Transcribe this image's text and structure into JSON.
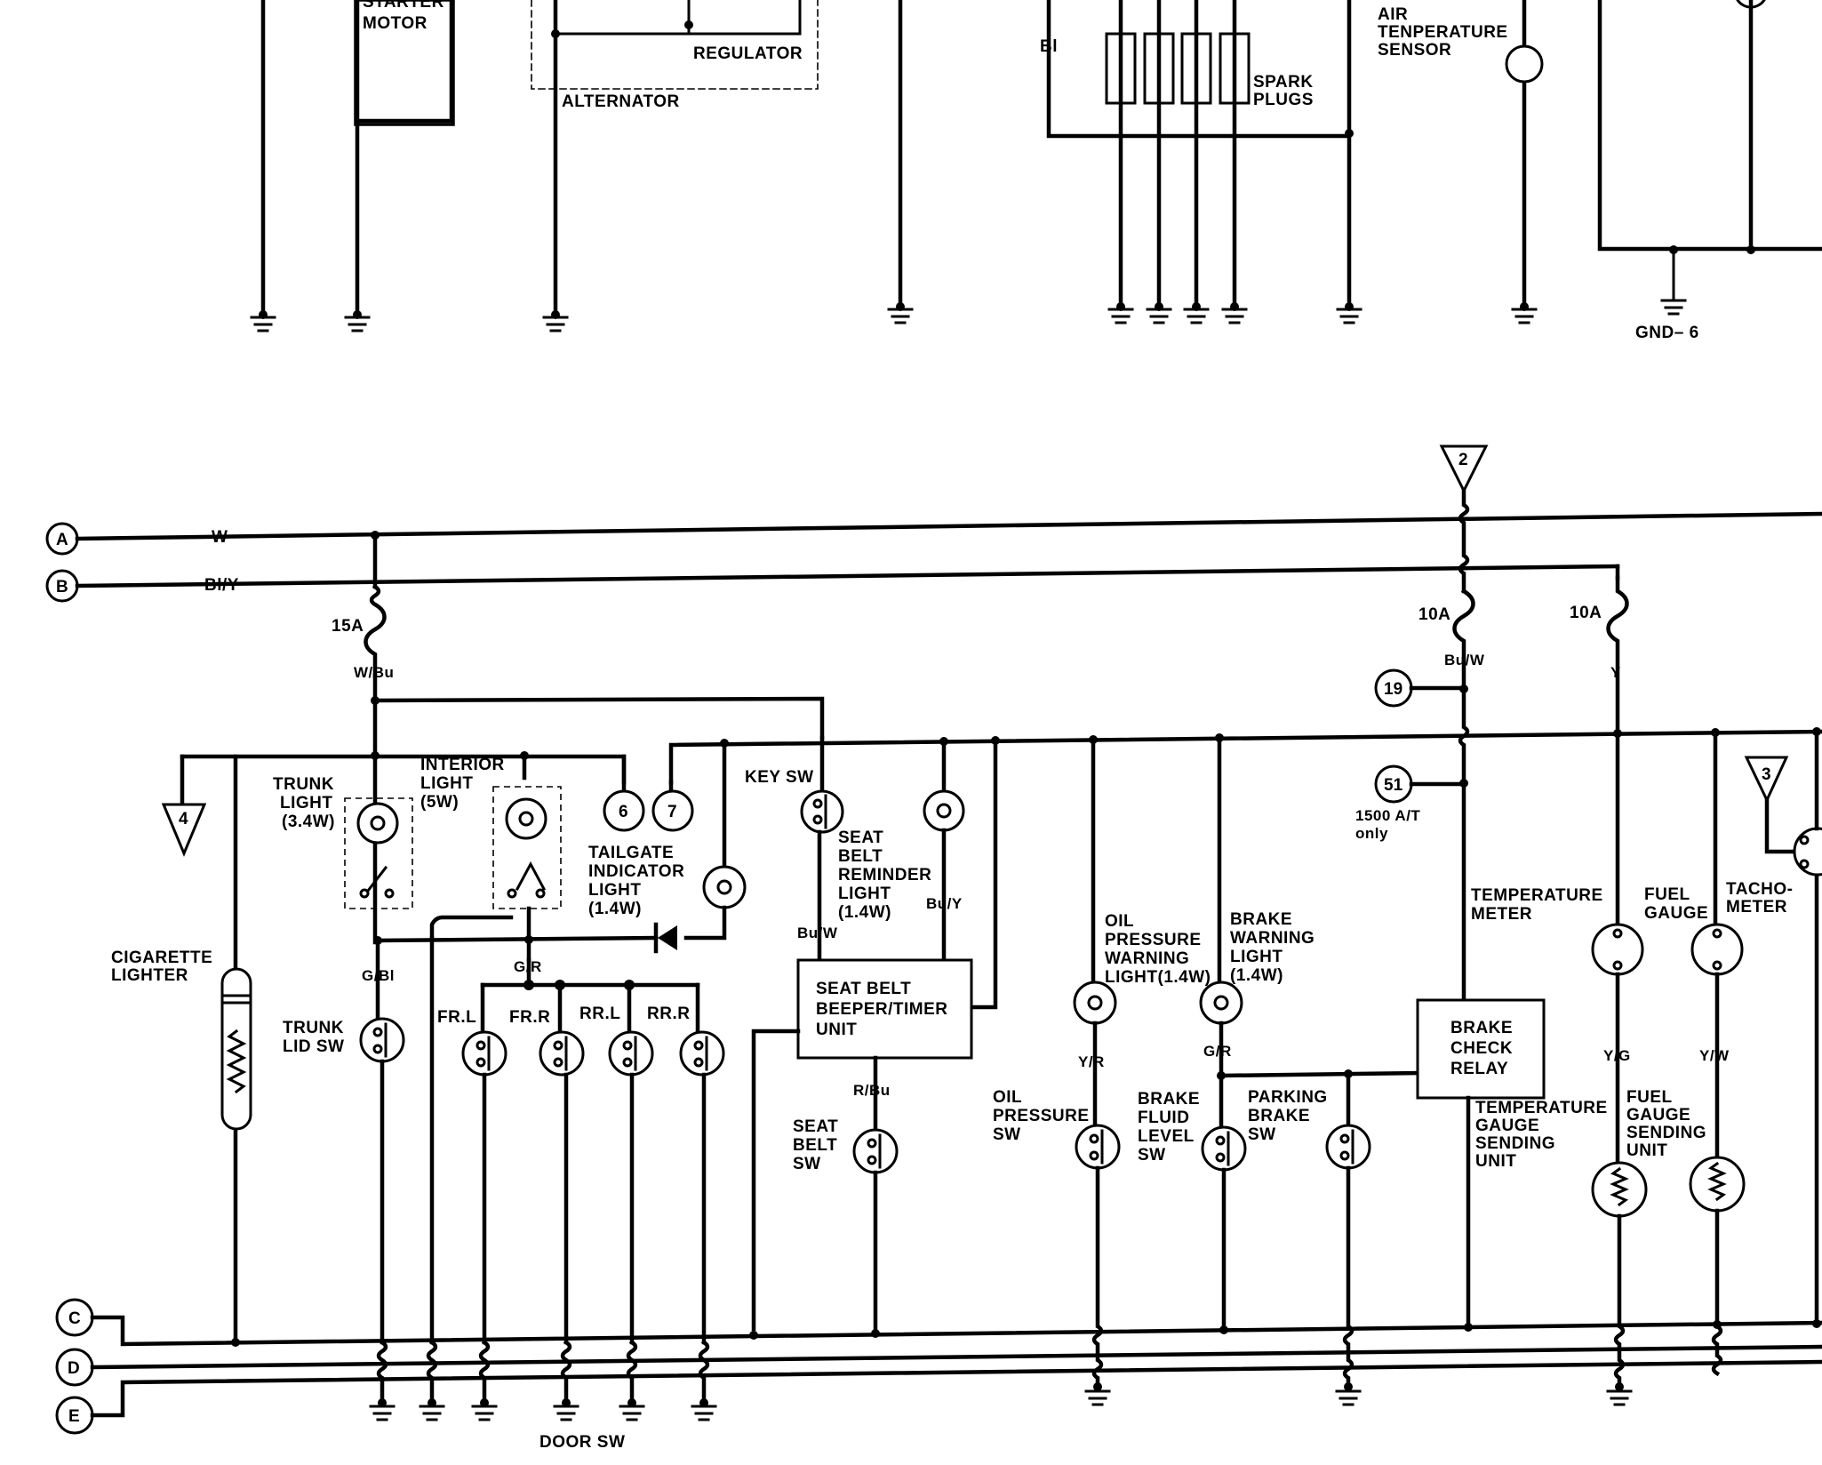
{
  "components": {
    "starter_motor": "STARTER\nMOTOR",
    "regulator": "REGULATOR",
    "alternator": "ALTERNATOR",
    "bl_top": "Bl",
    "spark_plugs": "SPARK\nPLUGS",
    "air_temp_sensor": "AIR\nTENPERATURE\nSENSOR",
    "gnd6": "GND– 6",
    "fuse_15a": "15A",
    "fuse_10a_1": "10A",
    "fuse_10a_2": "10A",
    "trunk_light": "TRUNK\nLIGHT\n(3.4W)",
    "interior_light": "INTERIOR\nLIGHT\n(5W)",
    "tailgate_indicator": "TAILGATE\nINDICATOR\nLIGHT\n(1.4W)",
    "key_sw": "KEY SW",
    "seat_belt_reminder": "SEAT\nBELT\nREMINDER\nLIGHT\n(1.4W)",
    "cigarette_lighter": "CIGARETTE\nLIGHTER",
    "trunk_lid_sw": "TRUNK\nLID SW",
    "seat_belt_unit": "SEAT BELT\nBEEPER/TIMER\nUNIT",
    "seat_belt_sw": "SEAT\nBELT\nSW",
    "oil_pressure_light": "OIL\nPRESSURE\nWARNING\nLIGHT(1.4W)",
    "brake_warning_light": "BRAKE\nWARNING\nLIGHT\n(1.4W)",
    "oil_pressure_sw": "OIL\nPRESSURE\nSW",
    "brake_fluid_sw": "BRAKE\nFLUID\nLEVEL\nSW",
    "parking_brake_sw": "PARKING\nBRAKE\nSW",
    "brake_check_relay": "BRAKE\nCHECK\nRELAY",
    "temp_meter": "TEMPERATURE\nMETER",
    "fuel_gauge": "FUEL\nGAUGE",
    "tachometer": "TACHO-\nMETER",
    "temp_sending": "TEMPERATURE\nGAUGE\nSENDING\nUNIT",
    "fuel_sending": "FUEL\nGAUGE\nSENDING\nUNIT",
    "door_sw": "DOOR SW",
    "fr_l": "FR.L",
    "fr_r": "FR.R",
    "rr_l": "RR.L",
    "rr_r": "RR.R",
    "only_1500": "1500 A/T\nonly"
  },
  "wires": {
    "w": "W",
    "bly": "Bl/Y",
    "wbu": "W/Bu",
    "gbl": "G/Bl",
    "gr1": "G/R",
    "buw1": "Bu/W",
    "buy": "Bu/Y",
    "rbu": "R/Bu",
    "yr": "Y/R",
    "gr2": "G/R",
    "buw2": "Bu/W",
    "y": "Y",
    "yg": "Y/G",
    "yw": "Y/W"
  },
  "buses": {
    "a": "A",
    "b": "B",
    "c": "C",
    "d": "D",
    "e": "E"
  },
  "connectors": {
    "c6": "6",
    "c7": "7",
    "c19": "19",
    "c51": "51"
  },
  "references": {
    "r2": "2",
    "r3": "3",
    "r4": "4"
  }
}
